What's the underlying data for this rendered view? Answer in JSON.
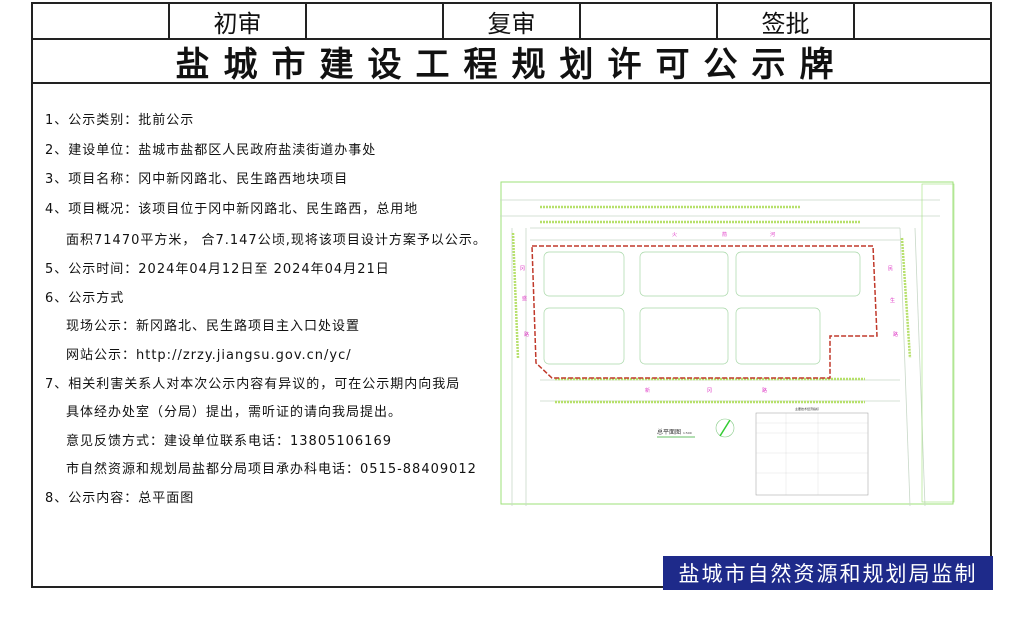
{
  "header": {
    "cells": [
      "",
      "初审",
      "",
      "复审",
      "",
      "签批",
      ""
    ]
  },
  "title": "盐城市建设工程规划许可公示牌",
  "lines": [
    "1、公示类别：批前公示",
    "2、建设单位：盐城市盐都区人民政府盐渎街道办事处",
    "3、项目名称：冈中新冈路北、民生路西地块项目",
    "4、项目概况：该项目位于冈中新冈路北、民生路西，总用地",
    "面积71470平方米， 合7.147公顷,现将该项目设计方案予以公示。",
    "5、公示时间：2024年04月12日至 2024年04月21日",
    "6、公示方式",
    "现场公示：新冈路北、民生路项目主入口处设置",
    "网站公示：http://zrzy.jiangsu.gov.cn/yc/",
    "7、相关利害关系人对本次公示内容有异议的，可在公示期内向我局",
    "具体经办处室（分局）提出，需听证的请向我局提出。",
    "意见反馈方式：建设单位联系电话：13805106169",
    "市自然资源和规划局盐都分局项目承办科电话：0515-88409012",
    "8、公示内容：总平面图"
  ],
  "plan": {
    "north_road": [
      "火",
      "箭",
      "河"
    ],
    "west_road": [
      "冈",
      "盛",
      "路"
    ],
    "east_road": [
      "民",
      "生",
      "路"
    ],
    "south_road": [
      "新",
      "冈",
      "路"
    ],
    "plan_title": "总平面图",
    "scale": "1:500",
    "table_title": "主要技术经济指标"
  },
  "footer": "盐城市自然资源和规划局监制",
  "colors": {
    "footer_bg": "#1e2a8a",
    "road_green": "#8fd16a",
    "boundary_red": "#c0392b",
    "label_magenta": "#e040c8"
  }
}
